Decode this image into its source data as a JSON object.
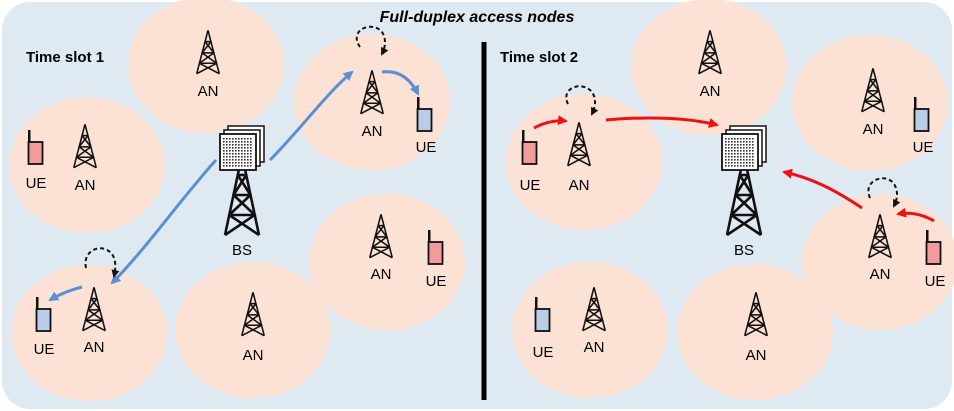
{
  "title": "Full-duplex access nodes",
  "slots": [
    {
      "label": "Time slot 1"
    },
    {
      "label": "Time slot 2"
    }
  ],
  "labels": {
    "an": "AN",
    "ue": "UE",
    "bs": "BS"
  },
  "colors": {
    "panel_bg": "#dfe9f2",
    "cell_fill": "#fbe2d5",
    "ue_red": "#f39a9a",
    "ue_blue": "#b9cde8",
    "arrow_blue": "#5b8fd4",
    "arrow_red": "#ee1111",
    "tower": "#111111"
  }
}
